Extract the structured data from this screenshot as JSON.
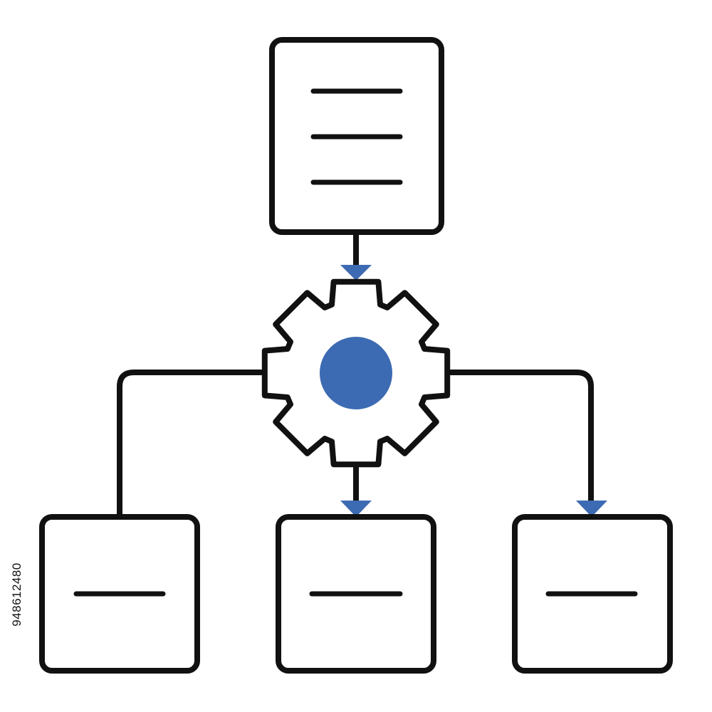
{
  "diagram": {
    "colors": {
      "stroke": "#111111",
      "fill": "#ffffff",
      "accent": "#3d6bb3",
      "background": "#ffffff"
    },
    "nodes": [
      {
        "id": "source-document",
        "icon": "document-icon",
        "line_count": 3
      },
      {
        "id": "processing-gear",
        "icon": "gear-icon"
      },
      {
        "id": "output-left",
        "icon": "box-icon",
        "line_count": 1
      },
      {
        "id": "output-center",
        "icon": "box-icon",
        "line_count": 1
      },
      {
        "id": "output-right",
        "icon": "box-icon",
        "line_count": 1
      }
    ],
    "connectors": [
      {
        "from": "source-document",
        "to": "processing-gear",
        "arrow": true
      },
      {
        "from": "processing-gear",
        "to": "output-left",
        "arrow": false
      },
      {
        "from": "processing-gear",
        "to": "output-center",
        "arrow": true
      },
      {
        "from": "processing-gear",
        "to": "output-right",
        "arrow": true
      }
    ]
  },
  "watermark": {
    "stock_id": "948612480"
  }
}
